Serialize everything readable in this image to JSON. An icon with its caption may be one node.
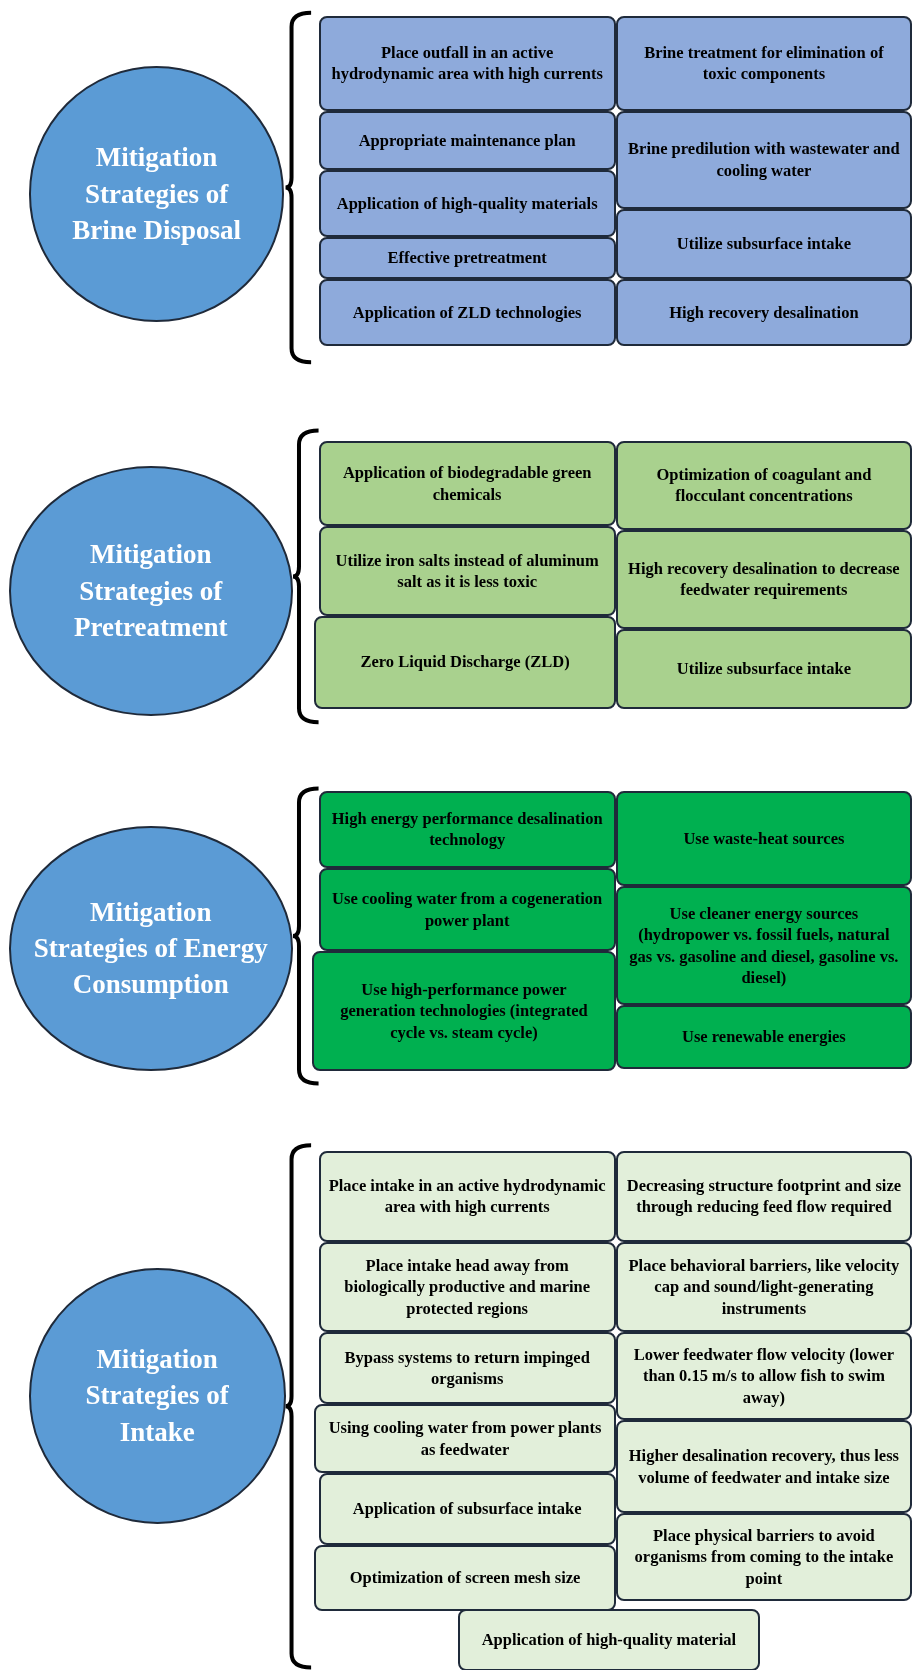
{
  "diagram": {
    "nodes": [
      {
        "text": [
          "Mitigation Strategies of Brine Disposal"
        ]
      },
      {
        "text": [
          "Place outfall in an active hydrodynamic area with high currents"
        ]
      },
      {
        "text": [
          "Appropriate maintenance plan"
        ]
      },
      {
        "text": [
          "Application of high-quality materials"
        ]
      },
      {
        "text": [
          "Effective pretreatment"
        ]
      },
      {
        "text": [
          "Application of ZLD technologies"
        ]
      },
      {
        "text": [
          "Brine treatment for elimination of toxic components"
        ]
      },
      {
        "text": [
          "Brine predilution with wastewater and cooling water"
        ]
      },
      {
        "text": [
          "Utilize subsurface intake"
        ]
      },
      {
        "text": [
          "High recovery desalination"
        ]
      },
      {
        "text": [
          "Mitigation Strategies of Pretreatment"
        ]
      },
      {
        "text": [
          "Application of biodegradable green chemicals"
        ]
      },
      {
        "text": [
          "Utilize iron salts instead of aluminum salt as it is less toxic"
        ]
      },
      {
        "text": [
          "Zero Liquid Discharge (ZLD)"
        ]
      },
      {
        "text": [
          "Optimization of coagulant and flocculant concentrations"
        ]
      },
      {
        "text": [
          "High recovery desalination to decrease feedwater requirements"
        ]
      },
      {
        "text": [
          "Utilize subsurface intake"
        ]
      },
      {
        "text": [
          "Mitigation Strategies of Energy Consumption"
        ]
      },
      {
        "text": [
          "High energy performance desalination technology"
        ]
      },
      {
        "text": [
          "Use cooling water from a cogeneration power plant"
        ]
      },
      {
        "text": [
          "Use high-performance power generation technologies (integrated cycle vs. steam cycle)"
        ]
      },
      {
        "text": [
          "Use waste-heat sources"
        ]
      },
      {
        "text": [
          "Use cleaner energy sources (hydropower vs. fossil fuels, natural gas vs. gasoline and diesel, gasoline vs. diesel)"
        ]
      },
      {
        "text": [
          "Use renewable energies"
        ]
      },
      {
        "text": [
          "Mitigation Strategies of Intake"
        ]
      },
      {
        "text": [
          "Place intake in an active hydrodynamic area with high currents"
        ]
      },
      {
        "text": [
          "Place intake head away from biologically productive and marine protected regions"
        ]
      },
      {
        "text": [
          "Bypass systems to return impinged organisms"
        ]
      },
      {
        "text": [
          "Using cooling water from power plants as feedwater"
        ]
      },
      {
        "text": [
          "Application of subsurface intake"
        ]
      },
      {
        "text": [
          "Optimization of screen mesh size"
        ]
      },
      {
        "text": [
          "Decreasing structure footprint and size through reducing feed flow required"
        ]
      },
      {
        "text": [
          "Place behavioral barriers, like velocity cap and sound/light-generating instruments"
        ]
      },
      {
        "text": [
          "Lower feedwater flow velocity (lower than 0.15 m/s to allow fish to swim away)"
        ]
      },
      {
        "text": [
          "Higher desalination recovery, thus less volume of feedwater and intake size"
        ]
      },
      {
        "text": [
          "Place physical barriers to avoid organisms from coming to the intake point"
        ]
      },
      {
        "text": [
          "Application of high-quality material"
        ]
      }
    ]
  }
}
